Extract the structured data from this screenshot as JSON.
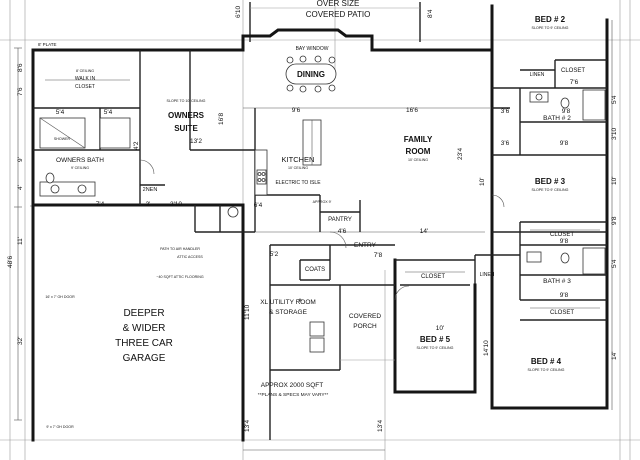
{
  "top": {
    "patio_1": "OVER SIZE",
    "patio_2": "COVERED PATIO",
    "dim_left_top": "6'10",
    "dim_right_top": "8'4",
    "plate_top": "8' PLATE"
  },
  "rooms": {
    "bed2": "BED # 2",
    "bed2_sub": "SLOPE TO 9' CEILING",
    "closet_bed2": "CLOSET",
    "linen_top": "LINEN",
    "bath2": "BATH # 2",
    "dining": "DINING",
    "bay_window": "BAY WINDOW",
    "walkin_1": "WALK IN",
    "walkin_2": "CLOSET",
    "walkin_ceiling": "8' CEILING",
    "owners_1": "OWNERS",
    "owners_2": "SUITE",
    "owners_sub": "SLOPE TO 10' CEILING",
    "family_1": "FAMILY",
    "family_2": "ROOM",
    "family_sub": "10' CEILING",
    "kitchen": "KITCHEN",
    "kitchen_sub": "10' CEILING",
    "electric_isle": "ELECTRIC TO ISLE",
    "pantry": "PANTRY",
    "approx_ceiling": "APPROX 9'",
    "owners_bath": "OWNERS BATH",
    "owners_bath_sub": "9' CEILING",
    "shower": "SHOWER",
    "two_nen": "2NEN",
    "bed3": "BED # 3",
    "bed3_sub": "SLOPE TO 9' CEILING",
    "closet_bed3": "CLOSET",
    "entry": "ENTRY",
    "coats": "COATS",
    "closet_mid": "CLOSET",
    "linen_mid": "LINEN",
    "bath3": "BATH # 3",
    "closet_bed4": "CLOSET",
    "bed4": "BED # 4",
    "bed4_sub": "SLOPE TO 9' CEILING",
    "bed5": "BED # 5",
    "bed5_sub": "SLOPE TO 9' CEILING",
    "utility_1": "XL UTILITY ROOM",
    "utility_2": "& STORAGE",
    "covered_1": "COVERED",
    "covered_2": "PORCH",
    "garage_1": "DEEPER",
    "garage_2": "& WIDER",
    "garage_3": "THREE CAR",
    "garage_4": "GARAGE",
    "garage_door_1": "16' x 7' OH DOOR",
    "garage_door_2": "9' x 7' OH DOOR",
    "attic_note": "ATTIC ACCESS",
    "attic_flooring": "~40 SQFT ATTIC FLOORING",
    "path_note": "PATH TO AIR HANDLER",
    "approx_sqft": "APPROX 2000 SQFT",
    "plans_vary": "**PLANS & SPECS MAY VARY**"
  },
  "dims": {
    "d_9_6": "9'6",
    "d_16_6": "16'6",
    "d_13_2": "13'2",
    "d_16_8": "16'8",
    "d_23_4": "23'4",
    "d_5_4a": "5'4",
    "d_5_4b": "5'4",
    "d_4_2": "4'2",
    "d_7_6": "7'6",
    "d_3_6a": "3'6",
    "d_9_8a": "9'8",
    "d_3_6b": "3'6",
    "d_10a": "10'",
    "d_9_8b": "9'8",
    "d_7_4": "7'4",
    "d_3": "3'",
    "d_3_10": "3'10",
    "d_6_4": "6'4",
    "d_4_6": "4'6",
    "d_14": "14'",
    "d_5_2": "5'2",
    "d_7_8": "7'8",
    "d_9_8c": "9'8",
    "d_9_8d": "9'8",
    "d_11_10": "11'10",
    "d_10b": "10'",
    "d_14_10": "14'10",
    "d_13_4a": "13'4",
    "d_13_4b": "13'4",
    "d_48_6": "48'6",
    "d_32": "32'",
    "d_11": "11'",
    "d_left_8_6": "8'6",
    "d_left_7_6": "7'6",
    "d_left_9": "9'",
    "d_left_4": "4'",
    "d_right_5_4": "5'4",
    "d_right_3_10": "3'10",
    "d_right_10": "10'",
    "d_right_9_8": "9'8",
    "d_right_5_4b": "5'4",
    "d_right_14": "14'"
  }
}
